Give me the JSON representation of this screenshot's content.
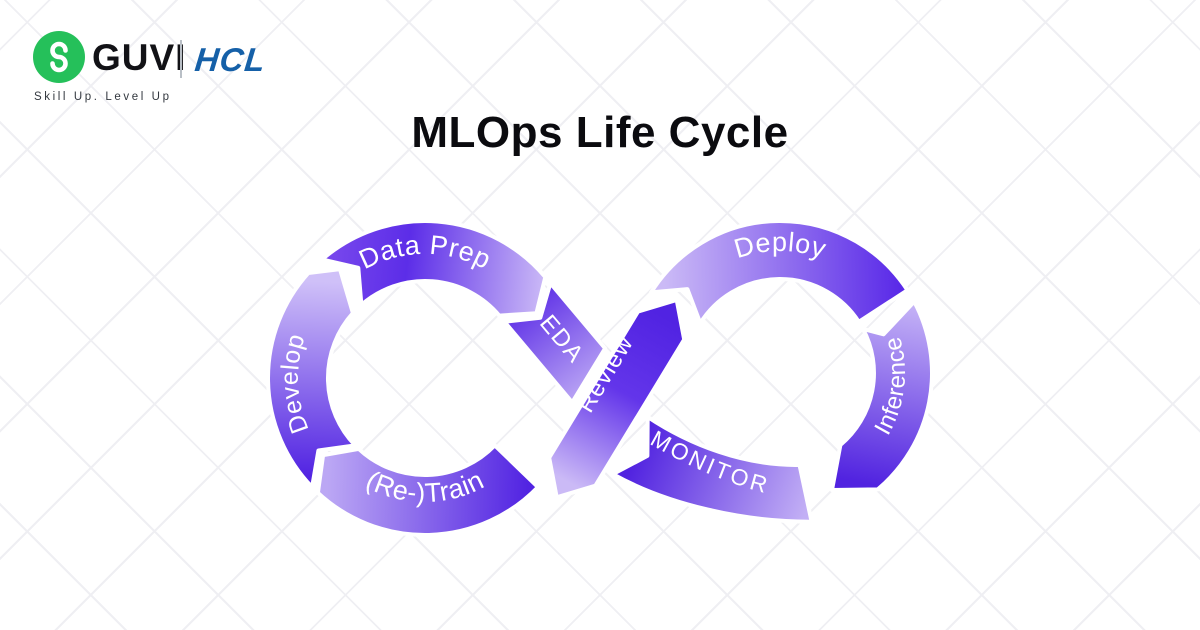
{
  "header": {
    "logo": {
      "guvi": "GUVI",
      "hcl": "HCL",
      "tagline": "Skill Up. Level Up"
    }
  },
  "title": "MLOps Life Cycle",
  "diagram": {
    "type": "infinity-loop-process",
    "segments": {
      "develop": "Develop",
      "data_prep": "Data Prep",
      "eda": "EDA",
      "retrain": "(Re-)Train",
      "review": "Review",
      "deploy": "Deploy",
      "monitor": "MONITOR",
      "inference": "Inference"
    }
  },
  "colors": {
    "ribbon_dark": "#5226e2",
    "ribbon_mid": "#7646ec",
    "ribbon_light": "#ccbbf6",
    "gap_white": "#ffffff",
    "guvi_green": "#25c05a",
    "hcl_blue": "#1560a8",
    "title_text": "#0b0b0f",
    "tagline_text": "#33383f",
    "grid_line": "#ededf2"
  }
}
